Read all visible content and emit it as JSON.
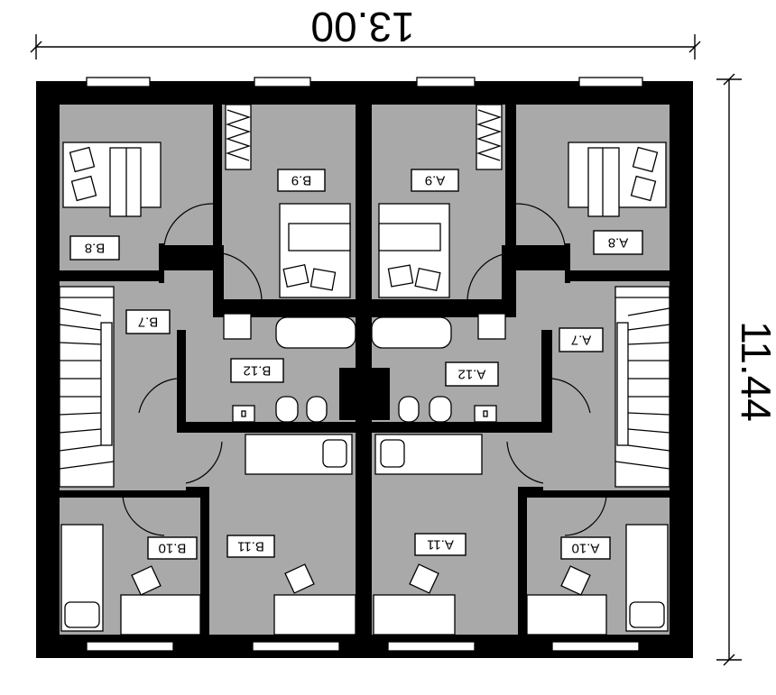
{
  "dimensions": {
    "width": "13.00",
    "depth": "11.44"
  },
  "rooms": [
    {
      "id": "b8",
      "label": "B.8"
    },
    {
      "id": "b9",
      "label": "B.9"
    },
    {
      "id": "a9",
      "label": "A.9"
    },
    {
      "id": "a8",
      "label": "A.8"
    },
    {
      "id": "b7",
      "label": "B.7"
    },
    {
      "id": "a7",
      "label": "A.7"
    },
    {
      "id": "b12",
      "label": "B.12"
    },
    {
      "id": "a12",
      "label": "A.12"
    },
    {
      "id": "b10",
      "label": "B.10"
    },
    {
      "id": "b11",
      "label": "B.11"
    },
    {
      "id": "a11",
      "label": "A.11"
    },
    {
      "id": "a10",
      "label": "A.10"
    }
  ],
  "colors": {
    "wall": "#000000",
    "floor": "#a9a9a9",
    "furniture": "#ffffff"
  }
}
